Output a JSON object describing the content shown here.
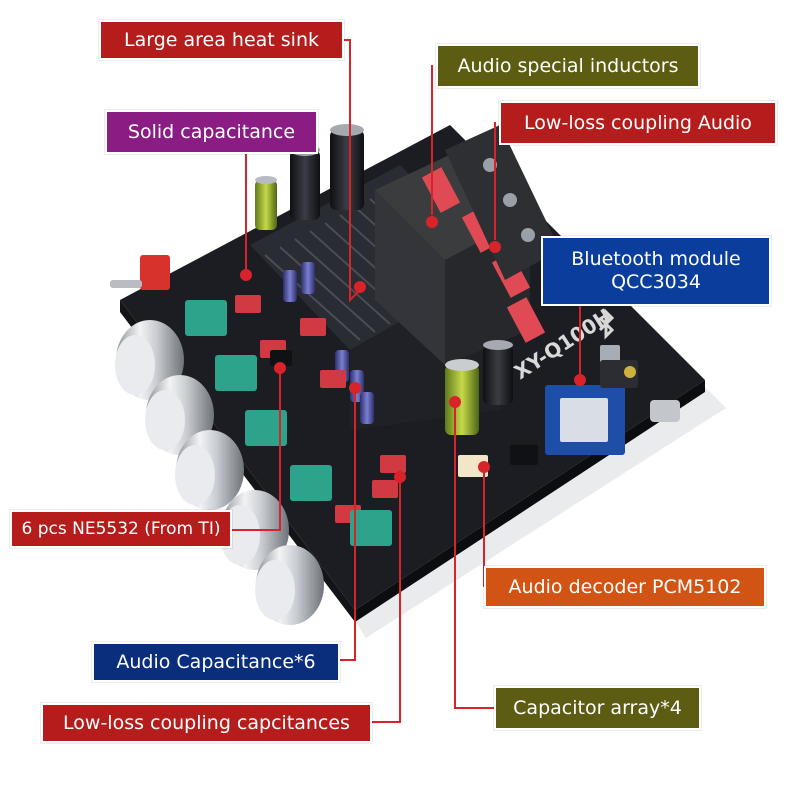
{
  "colors": {
    "red": "#b51d1d",
    "olive": "#5c5c12",
    "purple": "#8b1c84",
    "blue": "#0a3d9c",
    "navy": "#0b2e7c",
    "orange": "#d25414",
    "board": "#1b1d22",
    "heatsink": "#2a2c33",
    "accent_leader": "#d8232a"
  },
  "callouts": {
    "heat_sink": "Large area heat sink",
    "inductors": "Audio special inductors",
    "coupling_audio": "Low-loss coupling Audio",
    "solid_cap": "Solid capacitance",
    "bt_line1": "Bluetooth module",
    "bt_line2": "QCC3034",
    "ne5532": "6 pcs NE5532 (From TI)",
    "decoder": "Audio decoder PCM5102",
    "audio_cap": "Audio Capacitance*6",
    "cap_array": "Capacitor array*4",
    "coupling_caps": "Low-loss coupling capcitances"
  },
  "board": {
    "silkscreen": "XY-Q100H"
  },
  "icons": {
    "bluetooth": "bluetooth-logo",
    "knobs": "aluminium-knob",
    "toggle": "toggle-switch"
  }
}
